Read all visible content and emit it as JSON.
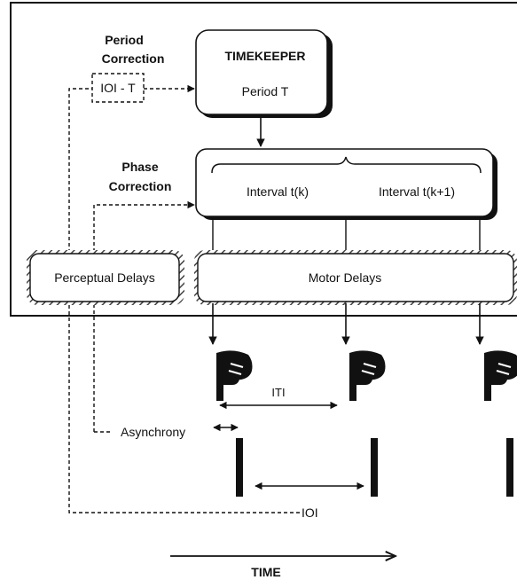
{
  "labels": {
    "period_correction_line1": "Period",
    "period_correction_line2": "Correction",
    "ioi_minus_t": "IOI - T",
    "timekeeper_title": "TIMEKEEPER",
    "timekeeper_period": "Period T",
    "phase_correction_line1": "Phase",
    "phase_correction_line2": "Correction",
    "interval_k": "Interval t(k)",
    "interval_k1": "Interval t(k+1)",
    "perceptual_delays": "Perceptual Delays",
    "motor_delays": "Motor Delays",
    "iti": "ITI",
    "asynchrony": "Asynchrony",
    "ioi": "IOI",
    "time": "TIME"
  },
  "colors": {
    "ink": "#111111",
    "background": "#ffffff",
    "hatch": "#444444"
  },
  "icons": {
    "tap_finger": "pointing-finger-down-icon",
    "stimulus_marker": "vertical-bar"
  }
}
